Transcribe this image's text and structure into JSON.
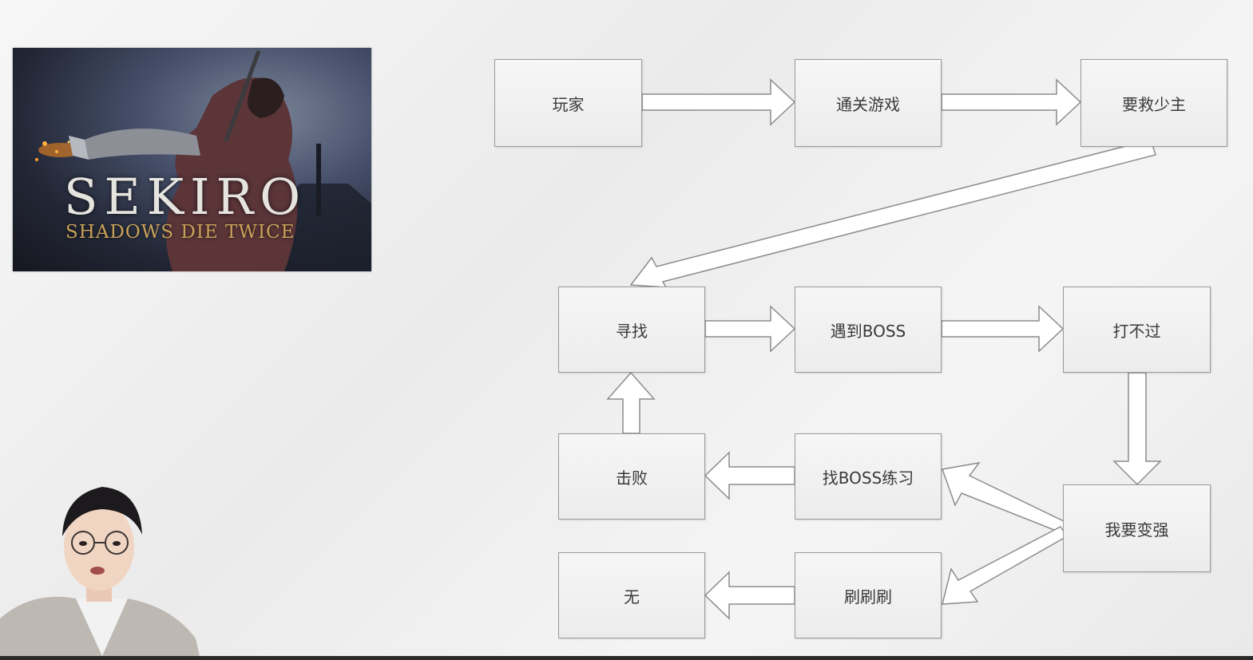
{
  "cover": {
    "title": "SEKIRO",
    "subtitle": "SHADOWS DIE TWICE"
  },
  "flowchart": {
    "nodes": {
      "player": "玩家",
      "clear_game": "通关游戏",
      "save_lord": "要救少主",
      "search": "寻找",
      "meet_boss": "遇到BOSS",
      "cant_beat": "打不过",
      "get_stronger": "我要变强",
      "practice_boss": "找BOSS练习",
      "grind": "刷刷刷",
      "defeat": "击败",
      "none": "无"
    }
  },
  "colors": {
    "node_border": "#9a9a9a",
    "node_fill": "#f2f2f2",
    "arrow_fill": "#ffffff",
    "arrow_stroke": "#8c8c8c",
    "background": "#ececec"
  }
}
